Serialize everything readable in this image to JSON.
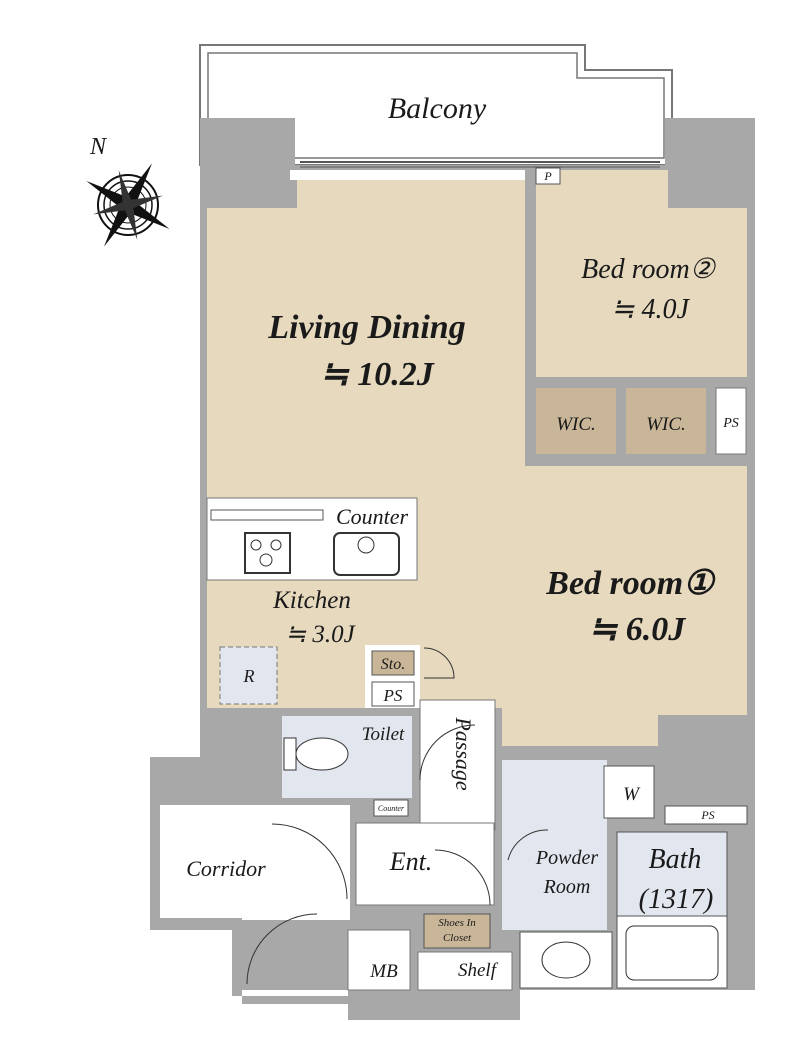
{
  "rooms": {
    "balcony": "Balcony",
    "living_dining": {
      "name": "Living Dining",
      "size": "≒ 10.2J"
    },
    "bedroom2": {
      "name": "Bed room②",
      "size": "≒ 4.0J"
    },
    "bedroom1": {
      "name": "Bed room①",
      "size": "≒ 6.0J"
    },
    "kitchen": {
      "name": "Kitchen",
      "size": "≒ 3.0J"
    },
    "wic1": "WIC.",
    "wic2": "WIC.",
    "toilet": "Toilet",
    "passage": "Passage",
    "entrance": "Ent.",
    "powder_room": {
      "line1": "Powder",
      "line2": "Room"
    },
    "bath": {
      "name": "Bath",
      "size": "(1317)"
    },
    "corridor": "Corridor"
  },
  "fixtures": {
    "counter_kitchen": "Counter",
    "counter_toilet": "Counter",
    "storage": "Sto.",
    "ps_hall": "PS",
    "ps_bedroom": "PS",
    "ps_bath": "PS",
    "p_box": "P",
    "refrigerator": "R",
    "washer": "W",
    "shoes_closet": {
      "line1": "Shoes In",
      "line2": "Closet"
    },
    "shelf": "Shelf",
    "mb": "MB"
  },
  "colors": {
    "room_beige": "#e6d9be",
    "wic_tan": "#c9b698",
    "wet_blue": "#e2e6ee",
    "wall_gray": "#a8a8a8",
    "outline": "#555555"
  }
}
